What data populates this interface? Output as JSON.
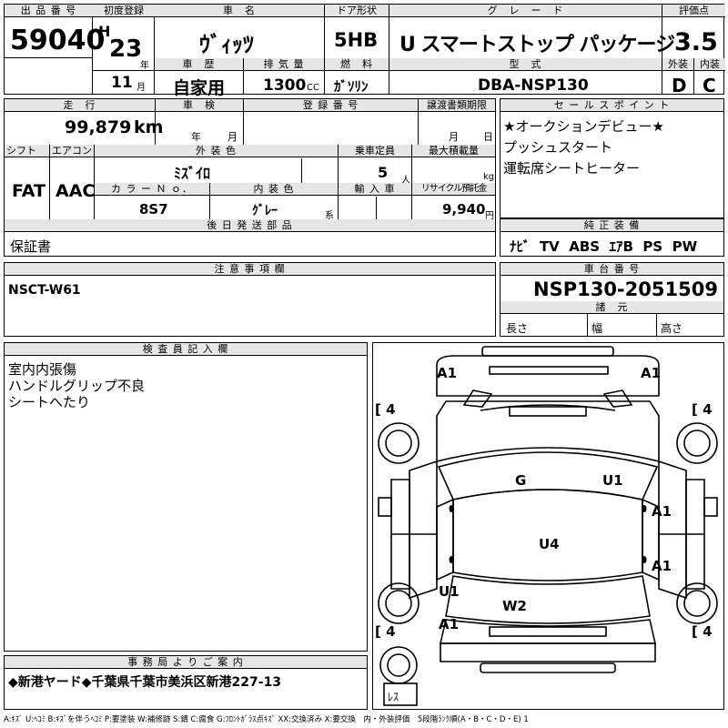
{
  "header": {
    "lot_label": "出 品 番 号",
    "lot_no": "59040",
    "first_reg_label": "初度登録",
    "era": "H",
    "year": "23",
    "year_unit": "年",
    "month": "11",
    "month_unit": "月",
    "name_label": "車　名",
    "car_name": "ｳﾞｨｯﾂ",
    "door_label": "ドア形状",
    "door": "5HB",
    "grade_label": "グ　レ　ー　ド",
    "grade": "U スマートストップ パッケージ",
    "score_label": "評価点",
    "score": "3.5",
    "history_label": "車　歴",
    "history": "自家用",
    "displacement_label": "排 気 量",
    "displacement": "1300",
    "cc": "CC",
    "fuel_label": "燃　料",
    "fuel": "ｶﾞｿﾘﾝ",
    "model_label": "型　式",
    "model": "DBA-NSP130",
    "ext_label": "外装",
    "ext": "D",
    "int_label": "内装",
    "int": "C"
  },
  "row2": {
    "mileage_label": "走　行",
    "mileage": "99,879",
    "km": "km",
    "inspection_label": "車　検",
    "insp_year": "年",
    "insp_month": "月",
    "reg_label": "登 録 番 号",
    "transfer_label": "譲渡書類期限",
    "tr_month": "月",
    "tr_day": "日",
    "sales_label": "セ ー ル ス ポ イ ン ト",
    "sales_points": [
      "★オークションデビュー★",
      "プッシュスタート",
      "運転席シートヒーター"
    ]
  },
  "row3": {
    "shift_label": "シフト",
    "shift": "FAT",
    "ac_label": "エアコン",
    "ac": "AAC",
    "color_label": "外 装 色",
    "color": "ﾐｽﾞｲﾛ",
    "capacity_label": "乗車定員",
    "capacity": "5",
    "person_unit": "人",
    "maxload_label": "最大積載量",
    "kg": "kg",
    "colorno_label": "カ ラ ー Ｎ ｏ．",
    "colorno": "8S7",
    "intcolor_label": "内 装 色",
    "intcolor": "ｸﾞﾚｰ",
    "kei": "系",
    "import_label": "輸 入 車",
    "recycle_label": "リサイクル預託金",
    "recycle": "9,940",
    "yen": "円"
  },
  "later": {
    "label": "後 日 発 送 部 品",
    "value": "保証書"
  },
  "equipment": {
    "label": "純 正 装 備",
    "value": "ﾅﾋﾞ  TV  ABS  ｴｱB  PS  PW"
  },
  "notes": {
    "label": "注 意 事 項 欄",
    "value": "NSCT-W61"
  },
  "chassis": {
    "label": "車 台 番 号",
    "value": "NSP130-2051509",
    "spec_label": "諸　元",
    "length": "長さ",
    "width": "幅",
    "height": "高さ"
  },
  "inspector": {
    "label": "検 査 員 記 入 欄",
    "lines": [
      "室内内張傷",
      "ハンドルグリップ不良",
      "シートへたり"
    ]
  },
  "office": {
    "label": "事 務 局 よ り ご 案 内",
    "value": "◆新港ヤード◆千葉県千葉市美浜区新港227-13"
  },
  "diagram": {
    "marks": [
      "A1",
      "A1",
      "G",
      "U1",
      "A1",
      "U4",
      "A1",
      "U1",
      "W2",
      "A1"
    ],
    "tires": [
      "4",
      "4",
      "4",
      "4"
    ],
    "spare": "ﾚｽ"
  },
  "legend": "A:ｷｽﾞ U:ﾍｺﾐ B:ｷｽﾞを伴うﾍｺﾐ P:要塗装 W:補修跡 S:錆 C:腐食 G:ﾌﾛﾝﾄｶﾞﾗｽ点ｷｽﾞ XX:交換済み X:要交換　内・外装評価　5段階ﾗﾝｸ順(A・B・C・D・E) 1"
}
